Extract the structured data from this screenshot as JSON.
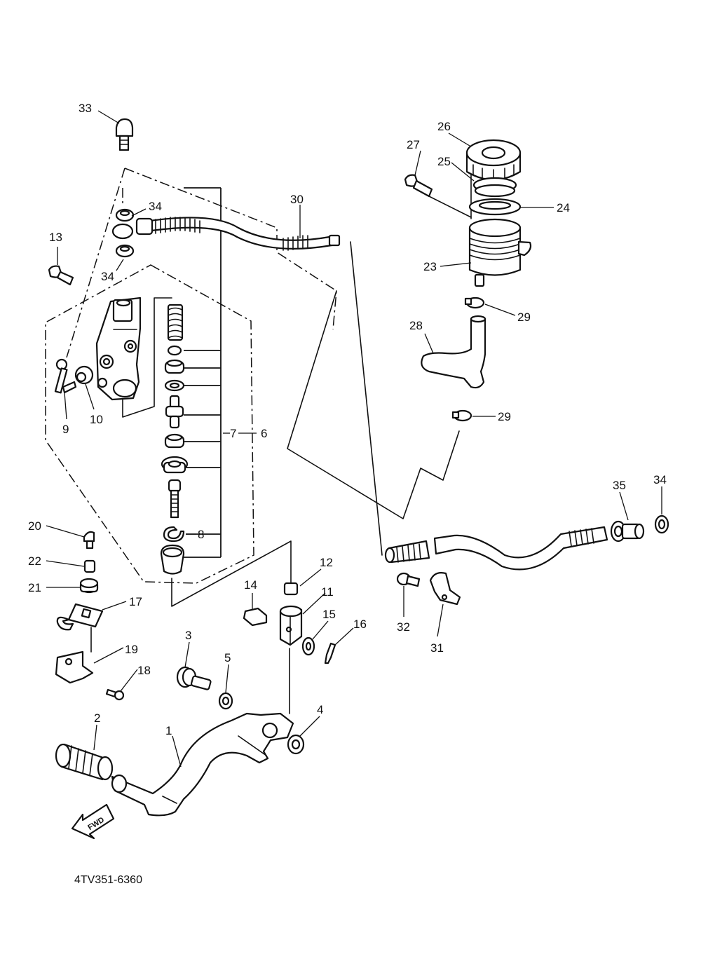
{
  "diagram": {
    "part_code": "4TV351-6360",
    "fwd_label": "FWD",
    "callouts": [
      "1",
      "2",
      "3",
      "4",
      "5",
      "6",
      "7",
      "8",
      "9",
      "10",
      "11",
      "12",
      "13",
      "14",
      "15",
      "16",
      "17",
      "18",
      "19",
      "20",
      "21",
      "22",
      "23",
      "24",
      "25",
      "26",
      "27",
      "28",
      "29",
      "29",
      "30",
      "31",
      "32",
      "33",
      "34",
      "34",
      "34",
      "35"
    ]
  }
}
